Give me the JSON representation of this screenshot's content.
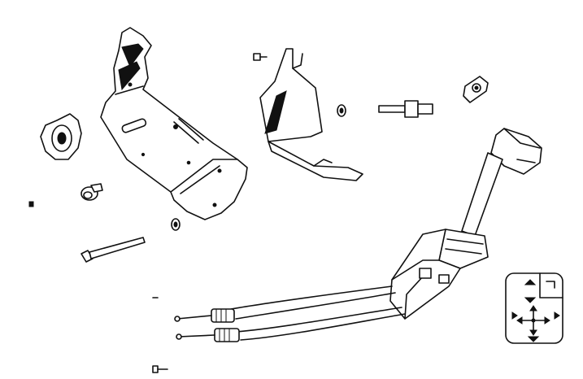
{
  "diagram": {
    "labels": [],
    "parts": [
      {
        "id": "mounting-bracket"
      },
      {
        "id": "upper-bracket"
      },
      {
        "id": "knob-nut"
      },
      {
        "id": "hose-clamp"
      },
      {
        "id": "long-bolt"
      },
      {
        "id": "washer"
      },
      {
        "id": "small-screw"
      },
      {
        "id": "stud-pin"
      },
      {
        "id": "cage-nut"
      },
      {
        "id": "joystick-control-lever"
      },
      {
        "id": "control-cables"
      },
      {
        "id": "pattern-decal"
      }
    ]
  }
}
